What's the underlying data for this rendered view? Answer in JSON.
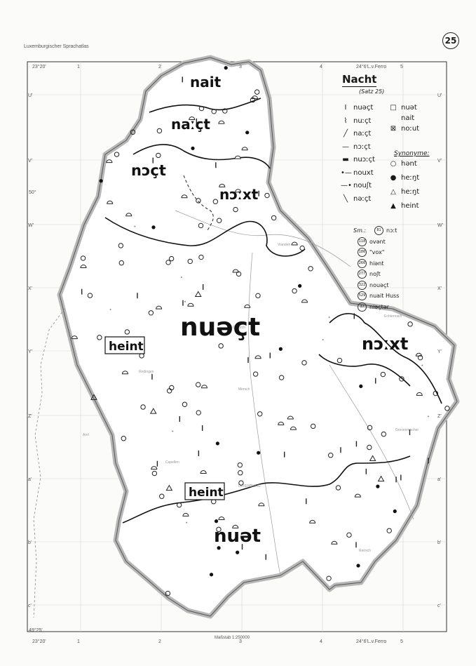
{
  "header": {
    "atlas_title": "Luxemburgischer Sprachatlas",
    "page_number": "25"
  },
  "legend": {
    "title": "Nacht",
    "subtitle": "(Satz 25)",
    "items_left": [
      {
        "symbol": "I",
        "label": "nuəçt"
      },
      {
        "symbol": "⌇",
        "label": "nuːçt"
      },
      {
        "symbol": "╱",
        "label": "naːçt"
      },
      {
        "symbol": "—",
        "label": "nɔːçt"
      },
      {
        "symbol": "▬",
        "label": "nuɔːçt"
      },
      {
        "symbol": "•—",
        "label": "nouxt"
      },
      {
        "symbol": "—•",
        "label": "nouʃt"
      },
      {
        "symbol": "╲",
        "label": "nəːçt"
      }
    ],
    "items_right": [
      {
        "symbol": "□",
        "label": "nuət"
      },
      {
        "symbol": "",
        "label": "nait"
      },
      {
        "symbol": "⊠",
        "label": "noːut"
      }
    ],
    "synonyme_heading": "Synonyme:",
    "synonyms": [
      {
        "symbol": "○",
        "label": "hənt"
      },
      {
        "symbol": "●",
        "label": "heːŋt"
      },
      {
        "symbol": "△",
        "label": "heːŋt"
      },
      {
        "symbol": "▲",
        "label": "heint"
      }
    ],
    "sm_heading": "Sm.:",
    "sm_items": [
      {
        "code": "81",
        "label": "nɔːt"
      },
      {
        "code": "118",
        "label": "ovənt"
      },
      {
        "code": "186",
        "label": "\"vox\""
      },
      {
        "code": "266",
        "label": "hiənt"
      },
      {
        "code": "277",
        "label": "noʃt"
      },
      {
        "code": "322",
        "label": "nouəçt"
      },
      {
        "code": "529",
        "label": "nuait Huss"
      },
      {
        "code": "37",
        "label": "niəçtər"
      }
    ]
  },
  "map_labels": {
    "north": "nait",
    "north2": "naːçt",
    "northwest": "nɔçt",
    "north_central": "nɔːxt",
    "center": "nuəçt",
    "east": "nɔːxt",
    "west_boxed": "heint",
    "south_boxed": "heint",
    "south": "nuət"
  },
  "grid": {
    "col_labels": [
      "1",
      "2",
      "3",
      "4",
      "5"
    ],
    "row_labels": [
      "U'",
      "V'",
      "W'",
      "X'",
      "Y'",
      "Z'",
      "a'",
      "b'",
      "c'"
    ],
    "top_left_coord": "23°20'",
    "top_right_coord": "24°6'L.v.Ferro",
    "bottom_left_coord": "23°20'",
    "bottom_right_coord": "24°6'L.v.Ferro",
    "lat_top": "50°",
    "lat_bottom": "49°25'"
  },
  "places": [
    "Vianden",
    "Diekirch",
    "Echternach",
    "Redingen",
    "Mersch",
    "Arel",
    "Capellen",
    "LUXEMBURG",
    "Grevenmacher",
    "Remich"
  ],
  "scale_text": "Maßstab 1:250000"
}
